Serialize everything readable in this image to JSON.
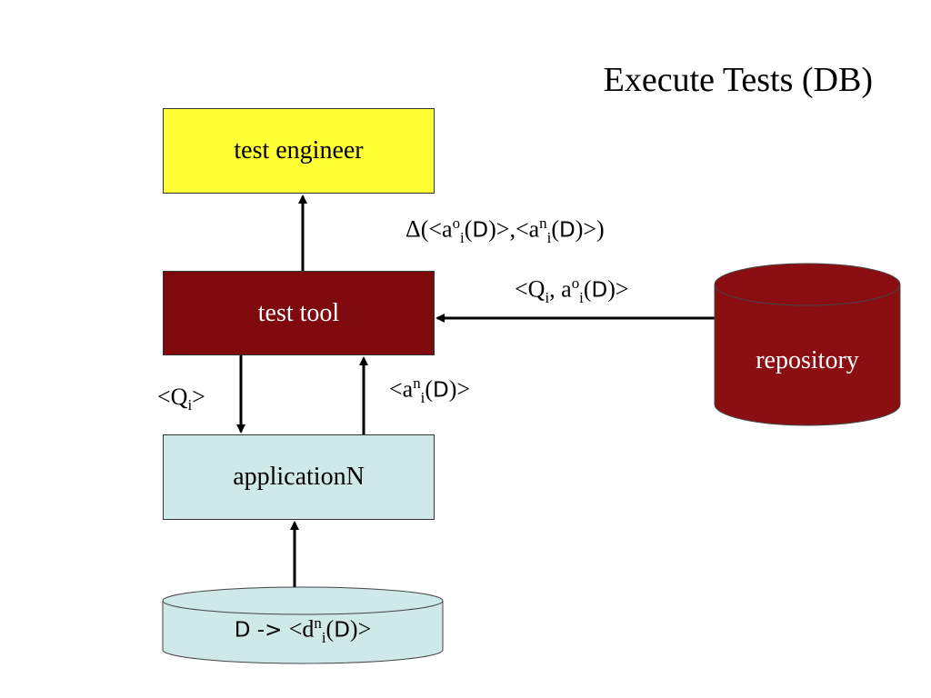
{
  "title": "Execute Tests (DB)",
  "nodes": {
    "test_engineer": "test engineer",
    "test_tool": "test tool",
    "application": "applicationN",
    "repository": "repository",
    "database": {
      "d_prefix": "D",
      "arrow": " -> ",
      "lt": "<d",
      "sup": "n",
      "sub": "i",
      "paren_open": "(",
      "d_inner": "D",
      "close": ")>"
    }
  },
  "edges": {
    "delta": {
      "p1": "Δ(<a",
      "sup1": "o",
      "sub1": "i",
      "paren1": "(",
      "d1": "D",
      "mid": ")>,<a",
      "sup2": "n",
      "sub2": "i",
      "paren2": "(",
      "d2": "D",
      "end": ")>)"
    },
    "repo_to_tool": {
      "p1": "<Q",
      "sub1": "i",
      "p2": ", a",
      "sup2": "o",
      "sub2": "i",
      "paren": "(",
      "d": "D",
      "end": ")>"
    },
    "query": {
      "p1": "<Q",
      "sub1": "i",
      "end": ">"
    },
    "answer": {
      "p1": "<a",
      "sup1": "n",
      "sub1": "i",
      "paren": "(",
      "d": "D",
      "end": ")>"
    }
  },
  "colors": {
    "engineer": "#ffff33",
    "tool": "#7f0a0e",
    "application": "#cfe8e8",
    "repository": "#8b0f12",
    "database": "#cfe8e8"
  }
}
